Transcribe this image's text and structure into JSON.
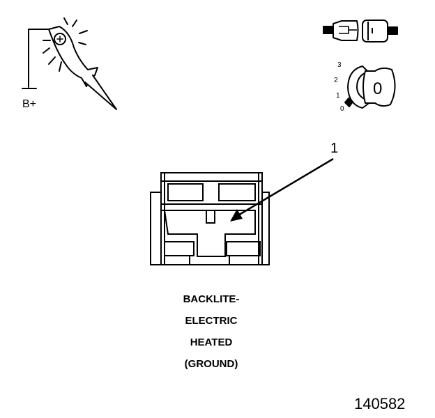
{
  "test_light": {
    "label": "B+"
  },
  "ignition": {
    "positions": [
      "3",
      "2",
      "1",
      "0"
    ],
    "key_glyph": "0"
  },
  "connector": {
    "callout": "1"
  },
  "caption": {
    "lines": [
      "BACKLITE-",
      "ELECTRIC",
      "HEATED",
      "(GROUND)"
    ]
  },
  "figure_number": "140582",
  "icons": [
    "test-light-probe-icon",
    "connector-disconnected-icon",
    "ignition-key-switch-icon"
  ]
}
